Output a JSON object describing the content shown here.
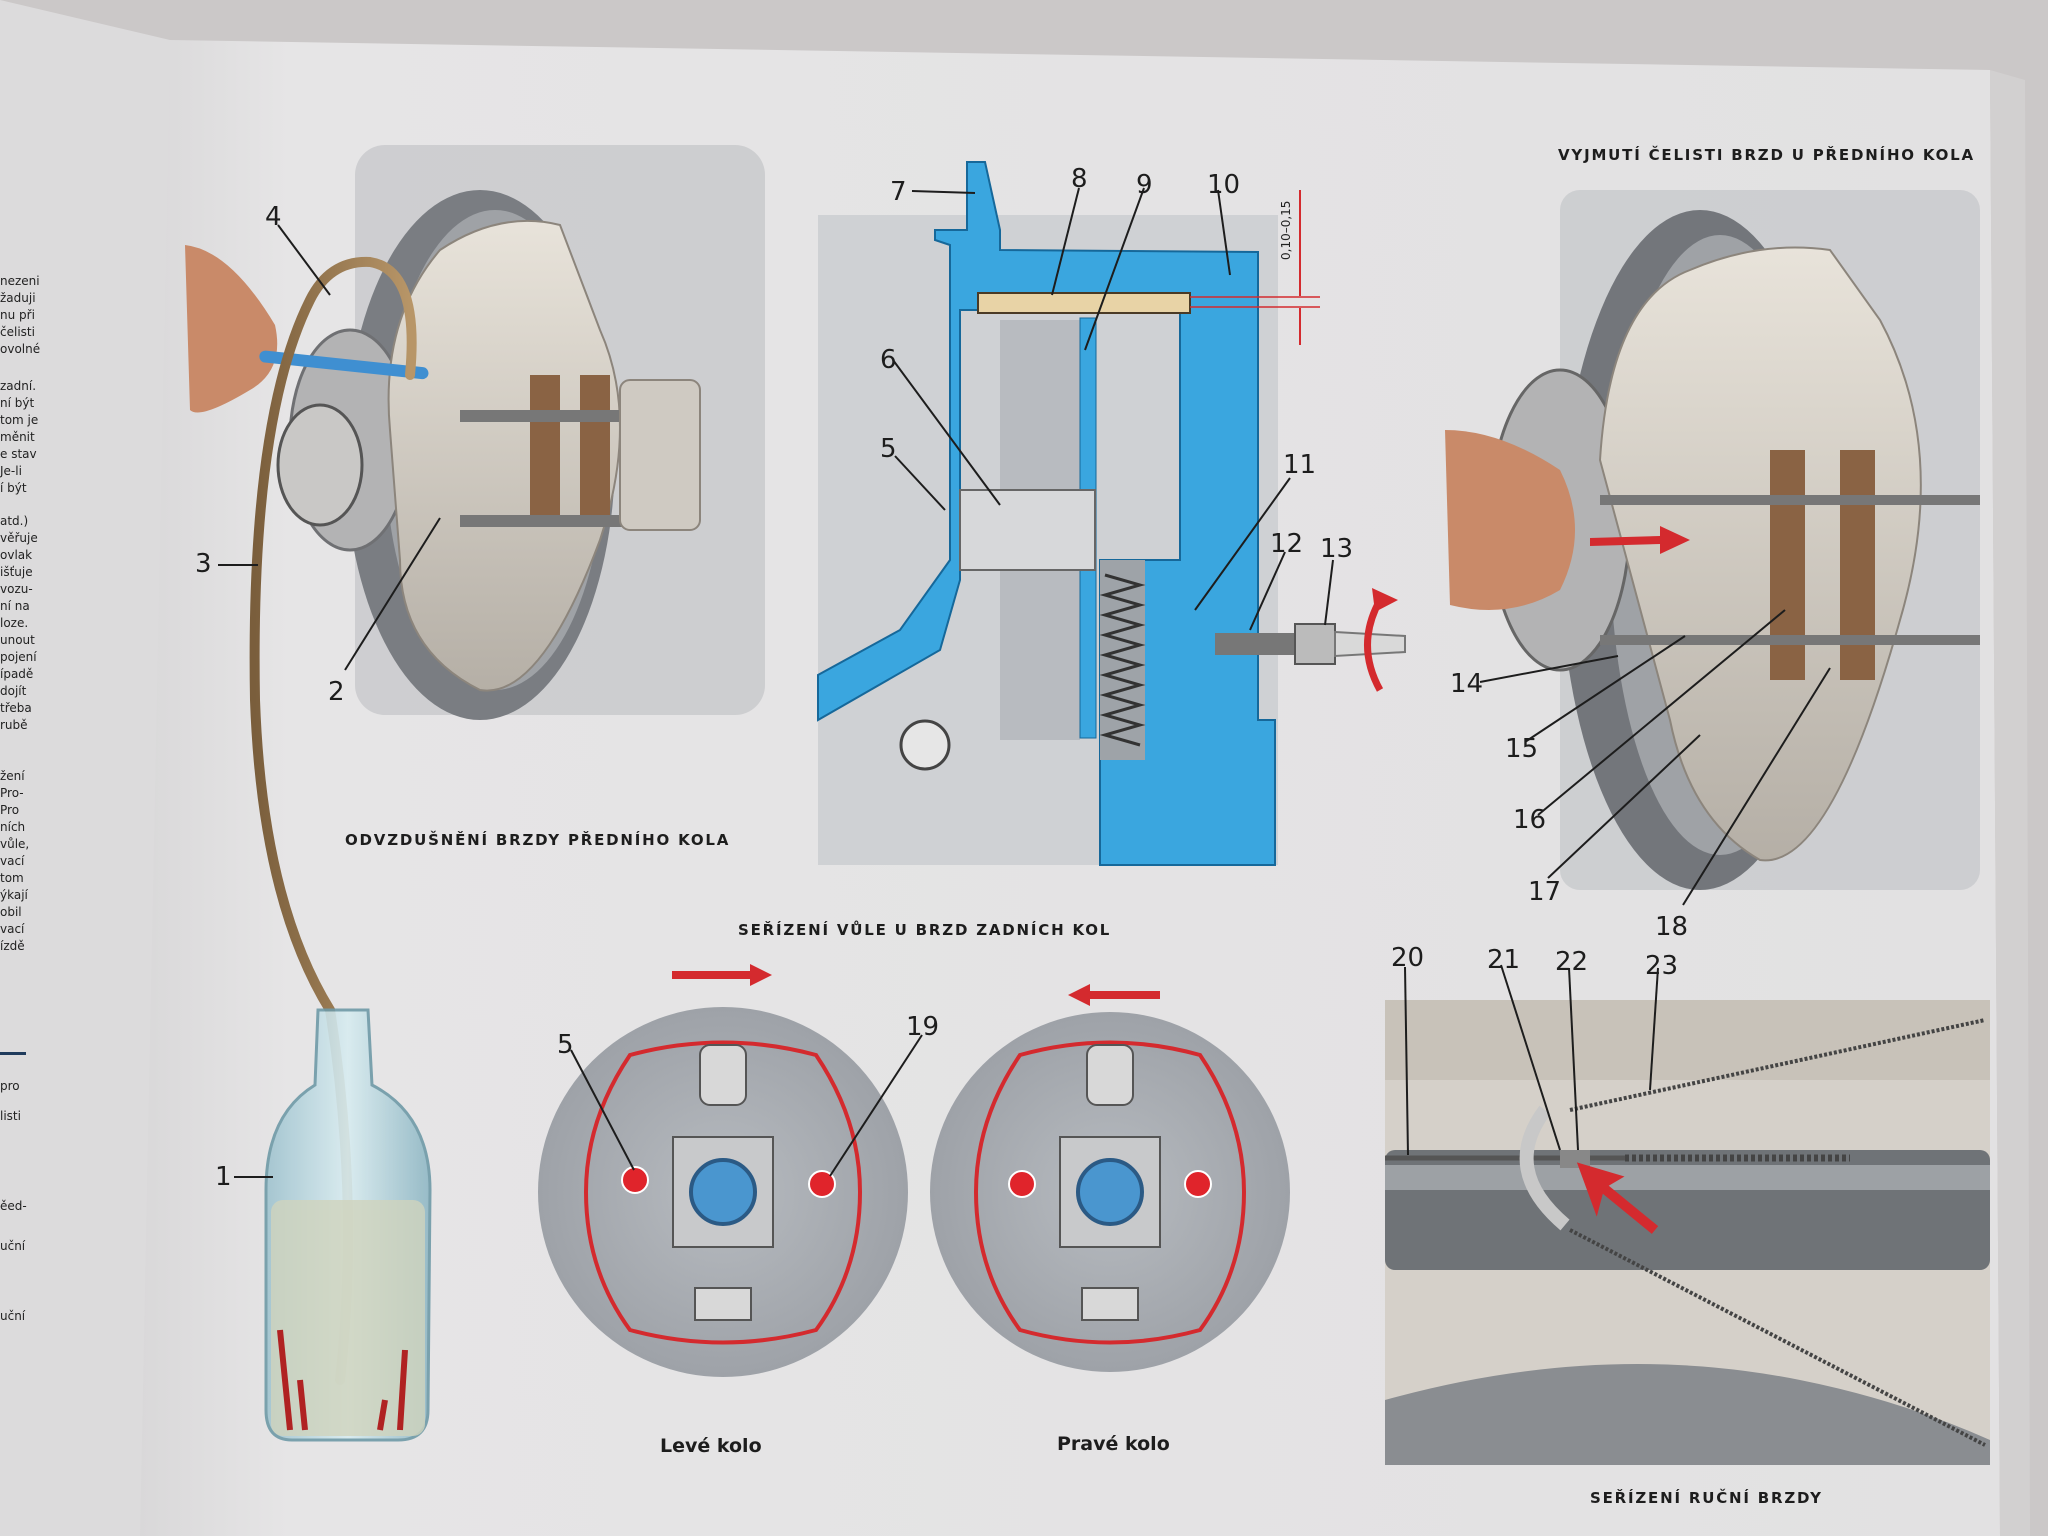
{
  "captions": {
    "bleeding": "ODVZDUŠNĚNÍ BRZDY PŘEDNÍHO KOLA",
    "rear_adjust": "SEŘÍZENÍ VŮLE U BRZD ZADNÍCH KOL",
    "shoe_removal": "VYJMUTÍ ČELISTI BRZD U PŘEDNÍHO KOLA",
    "handbrake": "SEŘÍZENÍ RUČNÍ BRZDY"
  },
  "wheel_labels": {
    "left": "Levé kolo",
    "right": "Pravé kolo"
  },
  "clearance": "0,10–0,15",
  "callouts": {
    "n1": "1",
    "n2": "2",
    "n3": "3",
    "n4": "4",
    "n5": "5",
    "n5b": "5",
    "n6": "6",
    "n7": "7",
    "n8": "8",
    "n9": "9",
    "n10": "10",
    "n11": "11",
    "n12": "12",
    "n13": "13",
    "n14": "14",
    "n15": "15",
    "n16": "16",
    "n17": "17",
    "n18": "18",
    "n19": "19",
    "n20": "20",
    "n21": "21",
    "n22": "22",
    "n23": "23"
  },
  "left_page_fragments": [
    "nezeni",
    "žaduji",
    "nu při",
    "čelisti",
    "ovolné",
    "zadní.",
    "ní být",
    "tom je",
    "měnit",
    "e stav",
    "Je-li",
    "í být",
    "atd.)",
    "věřuje",
    "ovlak",
    "išťuje",
    "vozu-",
    "ní na",
    "loze.",
    "unout",
    "pojení",
    "ípadě",
    "dojít",
    "třeba",
    "rubě",
    "žení",
    "Pro-",
    "Pro",
    "ních",
    "vůle,",
    "vací",
    "tom",
    "ýkají",
    "obil",
    "vací",
    "ízdě",
    "pro",
    "listi",
    "ěed-",
    "uční",
    "uční"
  ],
  "colors": {
    "cutaway_blue": "#3aa6df",
    "arrow_red": "#d42a2e",
    "drum_grey": "#a9adb2",
    "page": "#e4e3e4"
  }
}
